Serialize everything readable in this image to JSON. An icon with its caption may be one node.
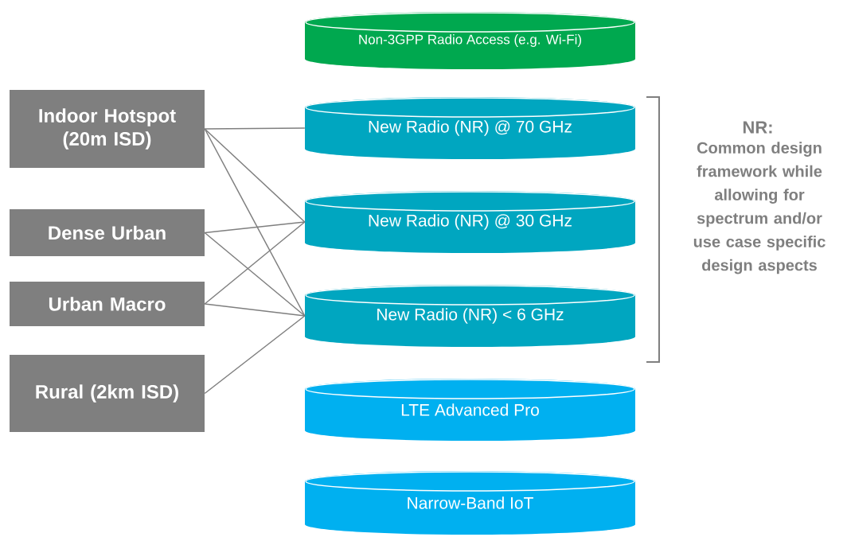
{
  "diagram": {
    "nodes": [
      {
        "text": [
          "Indoor Hotspot (20m ISD)"
        ]
      },
      {
        "text": [
          "Dense Urban"
        ]
      },
      {
        "text": [
          "Urban Macro"
        ]
      },
      {
        "text": [
          "Rural (2km ISD)"
        ]
      },
      {
        "text": [
          "Non-3GPP Radio Access (e.g. Wi-Fi)"
        ]
      },
      {
        "text": [
          "New Radio (NR) @ 70 GHz"
        ]
      },
      {
        "text": [
          "New Radio (NR) @ 30 GHz"
        ]
      },
      {
        "text": [
          "New Radio (NR) < 6 GHz"
        ]
      },
      {
        "text": [
          "LTE Advanced Pro"
        ]
      },
      {
        "text": [
          "Narrow-Band IoT"
        ]
      }
    ],
    "edges": [
      {
        "from": 0,
        "to": 5,
        "arrow": "none"
      },
      {
        "from": 0,
        "to": 6,
        "arrow": "none"
      },
      {
        "from": 0,
        "to": 7,
        "arrow": "none"
      },
      {
        "from": 1,
        "to": 6,
        "arrow": "none"
      },
      {
        "from": 1,
        "to": 7,
        "arrow": "none"
      },
      {
        "from": 2,
        "to": 6,
        "arrow": "none"
      },
      {
        "from": 2,
        "to": 7,
        "arrow": "none"
      },
      {
        "from": 3,
        "to": 7,
        "arrow": "none"
      }
    ],
    "labels": [
      "NR:",
      "Common design framework while allowing for spectrum and/or use case specific design aspects"
    ]
  }
}
